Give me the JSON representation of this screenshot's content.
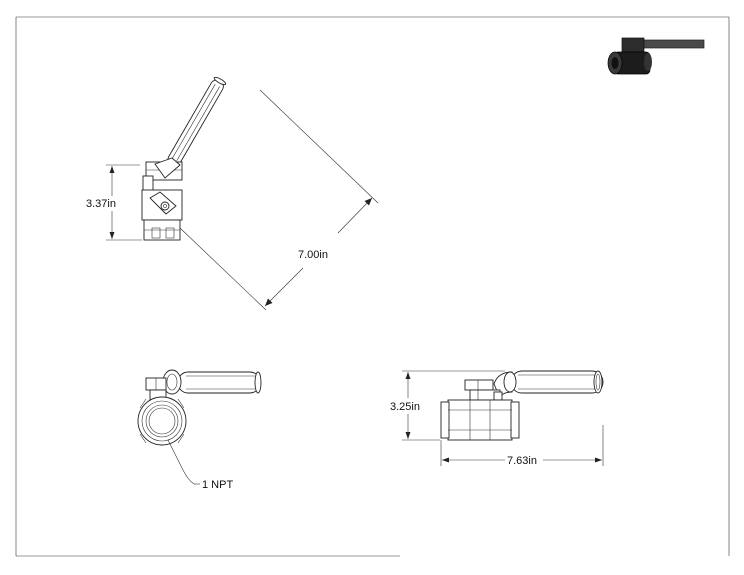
{
  "drawing": {
    "dimensions": {
      "height_top": "3.37in",
      "diagonal_length": "7.00in",
      "height_side": "3.25in",
      "length_side": "7.63in"
    },
    "callouts": {
      "thread": "1 NPT"
    }
  }
}
